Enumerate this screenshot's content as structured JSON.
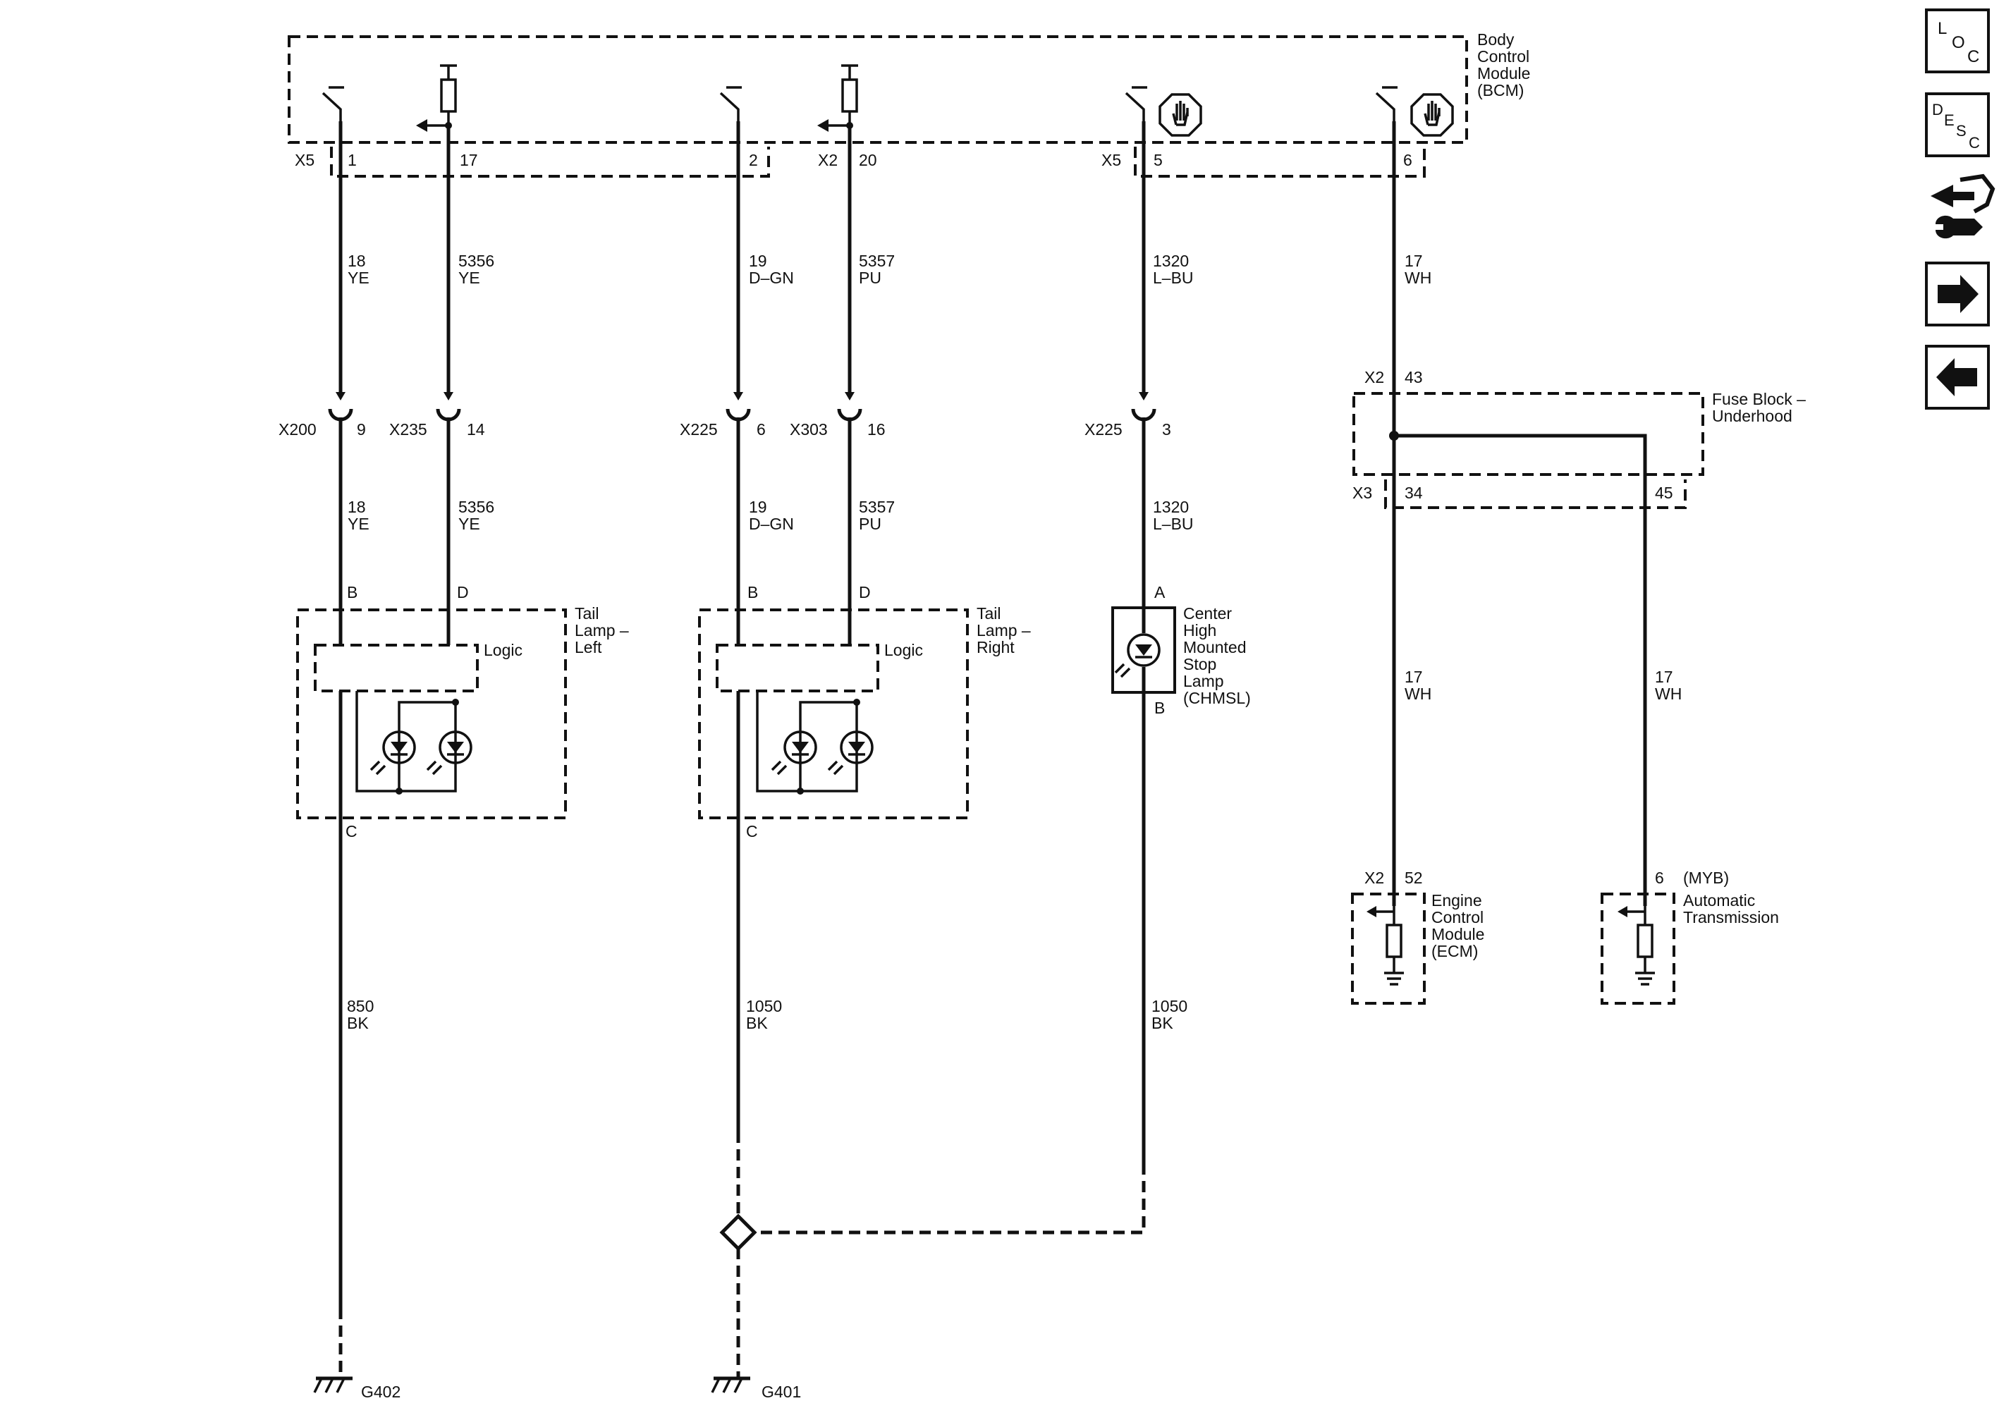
{
  "modules": {
    "bcm": {
      "lines": [
        "Body",
        "Control",
        "Module",
        "(BCM)"
      ]
    },
    "fuse_block": {
      "lines": [
        "Fuse Block –",
        "Underhood"
      ]
    },
    "tail_left": {
      "lines": [
        "Tail",
        "Lamp –",
        "Left"
      ],
      "logic": "Logic"
    },
    "tail_right": {
      "lines": [
        "Tail",
        "Lamp –",
        "Right"
      ],
      "logic": "Logic"
    },
    "chmsl": {
      "lines": [
        "Center",
        "High",
        "Mounted",
        "Stop",
        "Lamp",
        "(CHMSL)"
      ]
    },
    "ecm": {
      "lines": [
        "Engine",
        "Control",
        "Module",
        "(ECM)"
      ]
    },
    "trans": {
      "lines": [
        "(MYB)",
        "Automatic",
        "Transmission"
      ]
    }
  },
  "bcm_pins": [
    {
      "connector": "X5",
      "pin": "1"
    },
    {
      "connector": "",
      "pin": "17"
    },
    {
      "connector": "",
      "pin": "2"
    },
    {
      "connector": "X2",
      "pin": "20"
    },
    {
      "connector": "X5",
      "pin": "5"
    },
    {
      "connector": "",
      "pin": "6"
    }
  ],
  "wires_upper": [
    {
      "circuit": "18",
      "color": "YE"
    },
    {
      "circuit": "5356",
      "color": "YE"
    },
    {
      "circuit": "19",
      "color": "D–GN"
    },
    {
      "circuit": "5357",
      "color": "PU"
    },
    {
      "circuit": "1320",
      "color": "L–BU"
    },
    {
      "circuit": "17",
      "color": "WH"
    }
  ],
  "inline_connectors": [
    {
      "connector": "X200",
      "pin": "9"
    },
    {
      "connector": "X235",
      "pin": "14"
    },
    {
      "connector": "X225",
      "pin": "6"
    },
    {
      "connector": "X303",
      "pin": "16"
    },
    {
      "connector": "X225",
      "pin": "3"
    }
  ],
  "wires_middle": [
    {
      "circuit": "18",
      "color": "YE"
    },
    {
      "circuit": "5356",
      "color": "YE"
    },
    {
      "circuit": "19",
      "color": "D–GN"
    },
    {
      "circuit": "5357",
      "color": "PU"
    },
    {
      "circuit": "1320",
      "color": "L–BU"
    }
  ],
  "lamp_pins": {
    "left_b": "B",
    "left_d": "D",
    "left_c": "C",
    "right_b": "B",
    "right_d": "D",
    "right_c": "C",
    "chmsl_a": "A",
    "chmsl_b": "B"
  },
  "fuse_pins": {
    "in_connector": "X2",
    "in_pin": "43",
    "out_connector": "X3",
    "out_pin_a": "34",
    "out_pin_b": "45"
  },
  "wires_fuse_out": [
    {
      "circuit": "17",
      "color": "WH"
    },
    {
      "circuit": "17",
      "color": "WH"
    }
  ],
  "ecm_pin": {
    "connector": "X2",
    "pin": "52"
  },
  "trans_pin": {
    "pin": "6"
  },
  "grounds_wires": [
    {
      "circuit": "850",
      "color": "BK"
    },
    {
      "circuit": "1050",
      "color": "BK"
    },
    {
      "circuit": "1050",
      "color": "BK"
    }
  ],
  "grounds": {
    "left": "G402",
    "right": "G401"
  },
  "nav": {
    "loc": [
      "L",
      "O",
      "C"
    ],
    "desc": [
      "D",
      "E",
      "S",
      "C"
    ],
    "icons": [
      "connector-tool-icon",
      "arrow-right-icon",
      "arrow-left-icon"
    ]
  }
}
